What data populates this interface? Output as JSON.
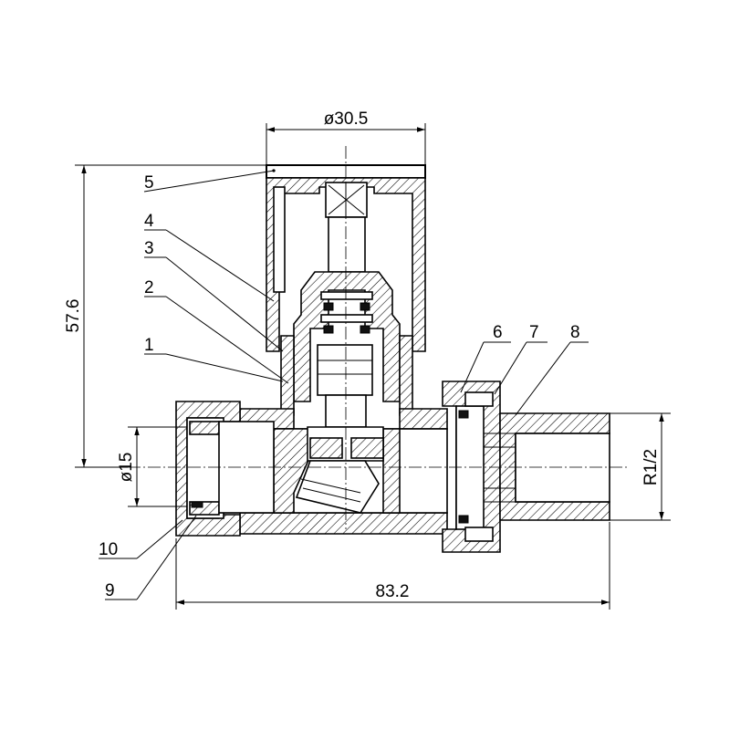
{
  "dimensions": {
    "handle_diameter": "ø30.5",
    "height": "57.6",
    "pipe_diameter": "ø15",
    "thread": "R1/2",
    "length": "83.2"
  },
  "callouts": {
    "c1": "1",
    "c2": "2",
    "c3": "3",
    "c4": "4",
    "c5": "5",
    "c6": "6",
    "c7": "7",
    "c8": "8",
    "c9": "9",
    "c10": "10"
  }
}
